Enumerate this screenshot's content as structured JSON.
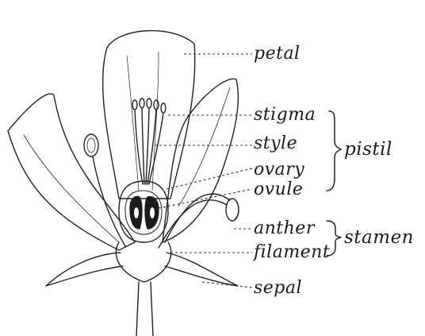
{
  "diagram": {
    "parts": {
      "petal": "petal",
      "stigma": "stigma",
      "style": "style",
      "ovary": "ovary",
      "ovule": "ovule",
      "anther": "anther",
      "filament": "filament",
      "sepal": "sepal"
    },
    "groups": {
      "pistil": "pistil",
      "stamen": "stamen"
    },
    "colors": {
      "ink": "#1a1a1a",
      "paper": "#ffffff"
    }
  }
}
